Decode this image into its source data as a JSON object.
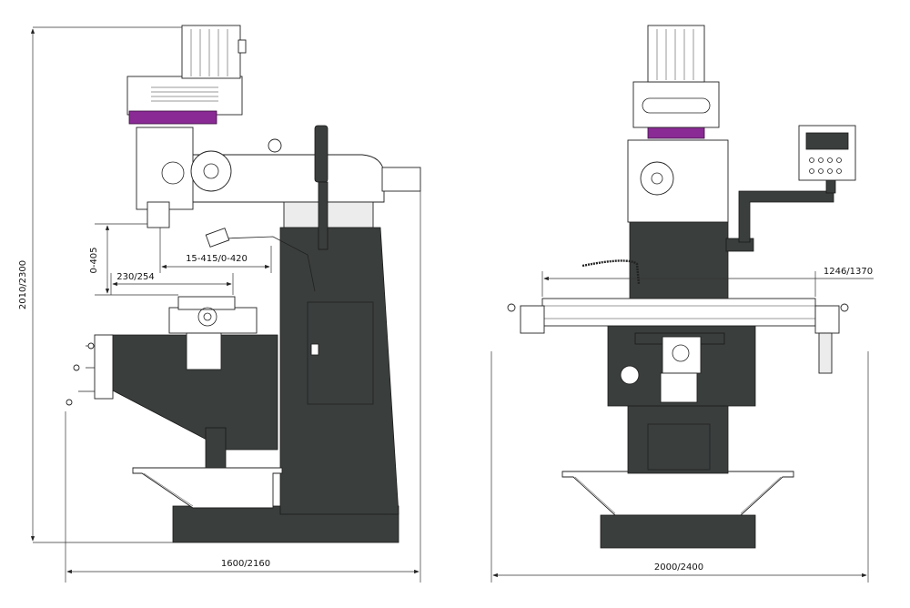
{
  "colors": {
    "body": "#3a3e3d",
    "accent": "#8a2a95",
    "line": "#222222",
    "paper": "#ffffff"
  },
  "dimensions": {
    "overall_height": "2010/2300",
    "side_width": "1600/2160",
    "table_travel": "15-415/0-420",
    "knee_travel": "0-405",
    "saddle_travel": "230/254",
    "front_table": "1246/1370",
    "front_width": "2000/2400"
  }
}
